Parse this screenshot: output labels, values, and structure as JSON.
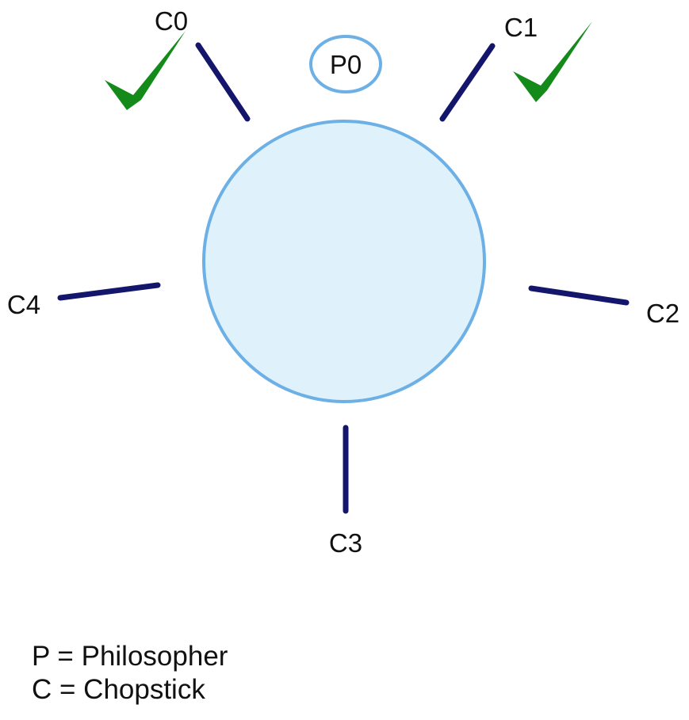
{
  "diagram": {
    "philosopher": {
      "label": "P0"
    },
    "chopsticks": [
      {
        "label": "C0",
        "taken": true
      },
      {
        "label": "C1",
        "taken": true
      },
      {
        "label": "C2",
        "taken": false
      },
      {
        "label": "C3",
        "taken": false
      },
      {
        "label": "C4",
        "taken": false
      }
    ],
    "legend": {
      "philosopher": "P = Philosopher",
      "chopstick": "C = Chopstick"
    },
    "colors": {
      "table_fill": "#dff2fb",
      "table_stroke": "#6cb0e6",
      "chopstick": "#14166b",
      "check": "#148a1a",
      "philosopher_stroke": "#6cb0e6"
    }
  }
}
